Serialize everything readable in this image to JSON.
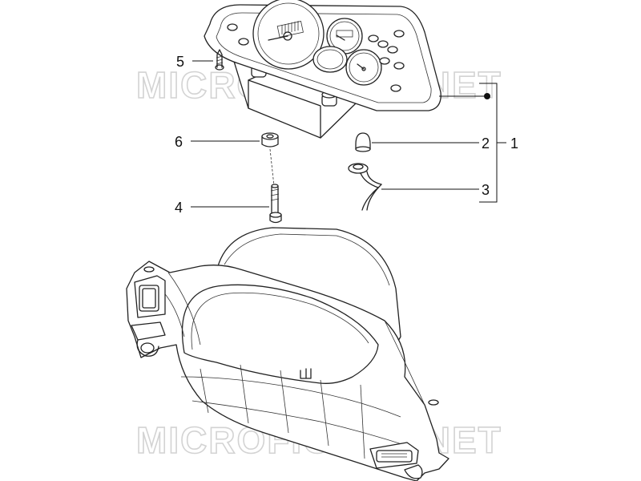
{
  "watermark": "MICROFICHES.NET",
  "callouts": [
    {
      "id": "1",
      "label": "1"
    },
    {
      "id": "2",
      "label": "2"
    },
    {
      "id": "3",
      "label": "3"
    },
    {
      "id": "4",
      "label": "4"
    },
    {
      "id": "5",
      "label": "5"
    },
    {
      "id": "6",
      "label": "6"
    }
  ],
  "colors": {
    "ink": "#222222",
    "watermark": "#d3d3d3"
  }
}
